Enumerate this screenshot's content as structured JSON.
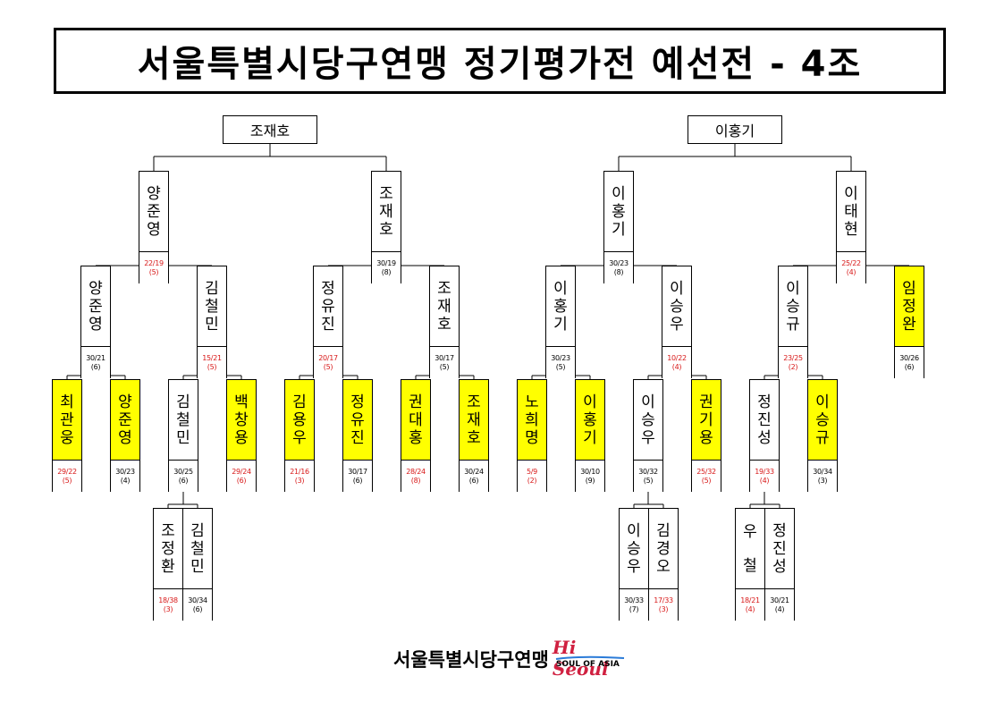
{
  "title": "서울특별시당구연맹 정기평가전 예선전 - 4조",
  "footer": {
    "org": "서울특별시당구연맹",
    "logo_text": "Hi Seoul",
    "logo_sub": "SOUL OF ASIA"
  },
  "colors": {
    "highlight": "#ffff00",
    "loss_score": "#d81818",
    "border": "#000000"
  },
  "brackets": {
    "left": {
      "champion": "조재호"
    },
    "right": {
      "champion": "이홍기"
    }
  },
  "players": [
    {
      "name": "양준영",
      "score": "22/19",
      "inning": "(5)",
      "lost": true,
      "highlight": false
    },
    {
      "name": "조재호",
      "score": "30/19",
      "inning": "(8)",
      "lost": false,
      "highlight": false
    },
    {
      "name": "이홍기",
      "score": "30/23",
      "inning": "(8)",
      "lost": false,
      "highlight": false
    },
    {
      "name": "이태현",
      "score": "25/22",
      "inning": "(4)",
      "lost": true,
      "highlight": false
    },
    {
      "name": "양준영",
      "score": "30/21",
      "inning": "(6)",
      "lost": false,
      "highlight": false
    },
    {
      "name": "김철민",
      "score": "15/21",
      "inning": "(5)",
      "lost": true,
      "highlight": false
    },
    {
      "name": "정유진",
      "score": "20/17",
      "inning": "(5)",
      "lost": true,
      "highlight": false
    },
    {
      "name": "조재호",
      "score": "30/17",
      "inning": "(5)",
      "lost": false,
      "highlight": false
    },
    {
      "name": "이홍기",
      "score": "30/23",
      "inning": "(5)",
      "lost": false,
      "highlight": false
    },
    {
      "name": "이승우",
      "score": "10/22",
      "inning": "(4)",
      "lost": true,
      "highlight": false
    },
    {
      "name": "이승규",
      "score": "23/25",
      "inning": "(2)",
      "lost": true,
      "highlight": false
    },
    {
      "name": "임정완",
      "score": "30/26",
      "inning": "(6)",
      "lost": false,
      "highlight": true
    },
    {
      "name": "최관웅",
      "score": "29/22",
      "inning": "(5)",
      "lost": true,
      "highlight": true
    },
    {
      "name": "양준영",
      "score": "30/23",
      "inning": "(4)",
      "lost": false,
      "highlight": true
    },
    {
      "name": "김철민",
      "score": "30/25",
      "inning": "(6)",
      "lost": false,
      "highlight": false
    },
    {
      "name": "백창용",
      "score": "29/24",
      "inning": "(6)",
      "lost": true,
      "highlight": true
    },
    {
      "name": "김용우",
      "score": "21/16",
      "inning": "(3)",
      "lost": true,
      "highlight": true
    },
    {
      "name": "정유진",
      "score": "30/17",
      "inning": "(6)",
      "lost": false,
      "highlight": true
    },
    {
      "name": "권대홍",
      "score": "28/24",
      "inning": "(8)",
      "lost": true,
      "highlight": true
    },
    {
      "name": "조재호",
      "score": "30/24",
      "inning": "(6)",
      "lost": false,
      "highlight": true
    },
    {
      "name": "노희명",
      "score": "5/9",
      "inning": "(2)",
      "lost": true,
      "highlight": true
    },
    {
      "name": "이홍기",
      "score": "30/10",
      "inning": "(9)",
      "lost": false,
      "highlight": true
    },
    {
      "name": "이승우",
      "score": "30/32",
      "inning": "(5)",
      "lost": false,
      "highlight": false
    },
    {
      "name": "권기용",
      "score": "25/32",
      "inning": "(5)",
      "lost": true,
      "highlight": true
    },
    {
      "name": "정진성",
      "score": "19/33",
      "inning": "(4)",
      "lost": true,
      "highlight": false
    },
    {
      "name": "이승규",
      "score": "30/34",
      "inning": "(3)",
      "lost": false,
      "highlight": true
    },
    {
      "name": "조정환",
      "score": "18/38",
      "inning": "(3)",
      "lost": true,
      "highlight": false
    },
    {
      "name": "김철민",
      "score": "30/34",
      "inning": "(6)",
      "lost": false,
      "highlight": false
    },
    {
      "name": "이승우",
      "score": "30/33",
      "inning": "(7)",
      "lost": false,
      "highlight": false
    },
    {
      "name": "김경오",
      "score": "17/33",
      "inning": "(3)",
      "lost": true,
      "highlight": false
    },
    {
      "name": "우 철",
      "score": "18/21",
      "inning": "(4)",
      "lost": true,
      "highlight": false
    },
    {
      "name": "정진성",
      "score": "30/21",
      "inning": "(4)",
      "lost": false,
      "highlight": false
    }
  ]
}
